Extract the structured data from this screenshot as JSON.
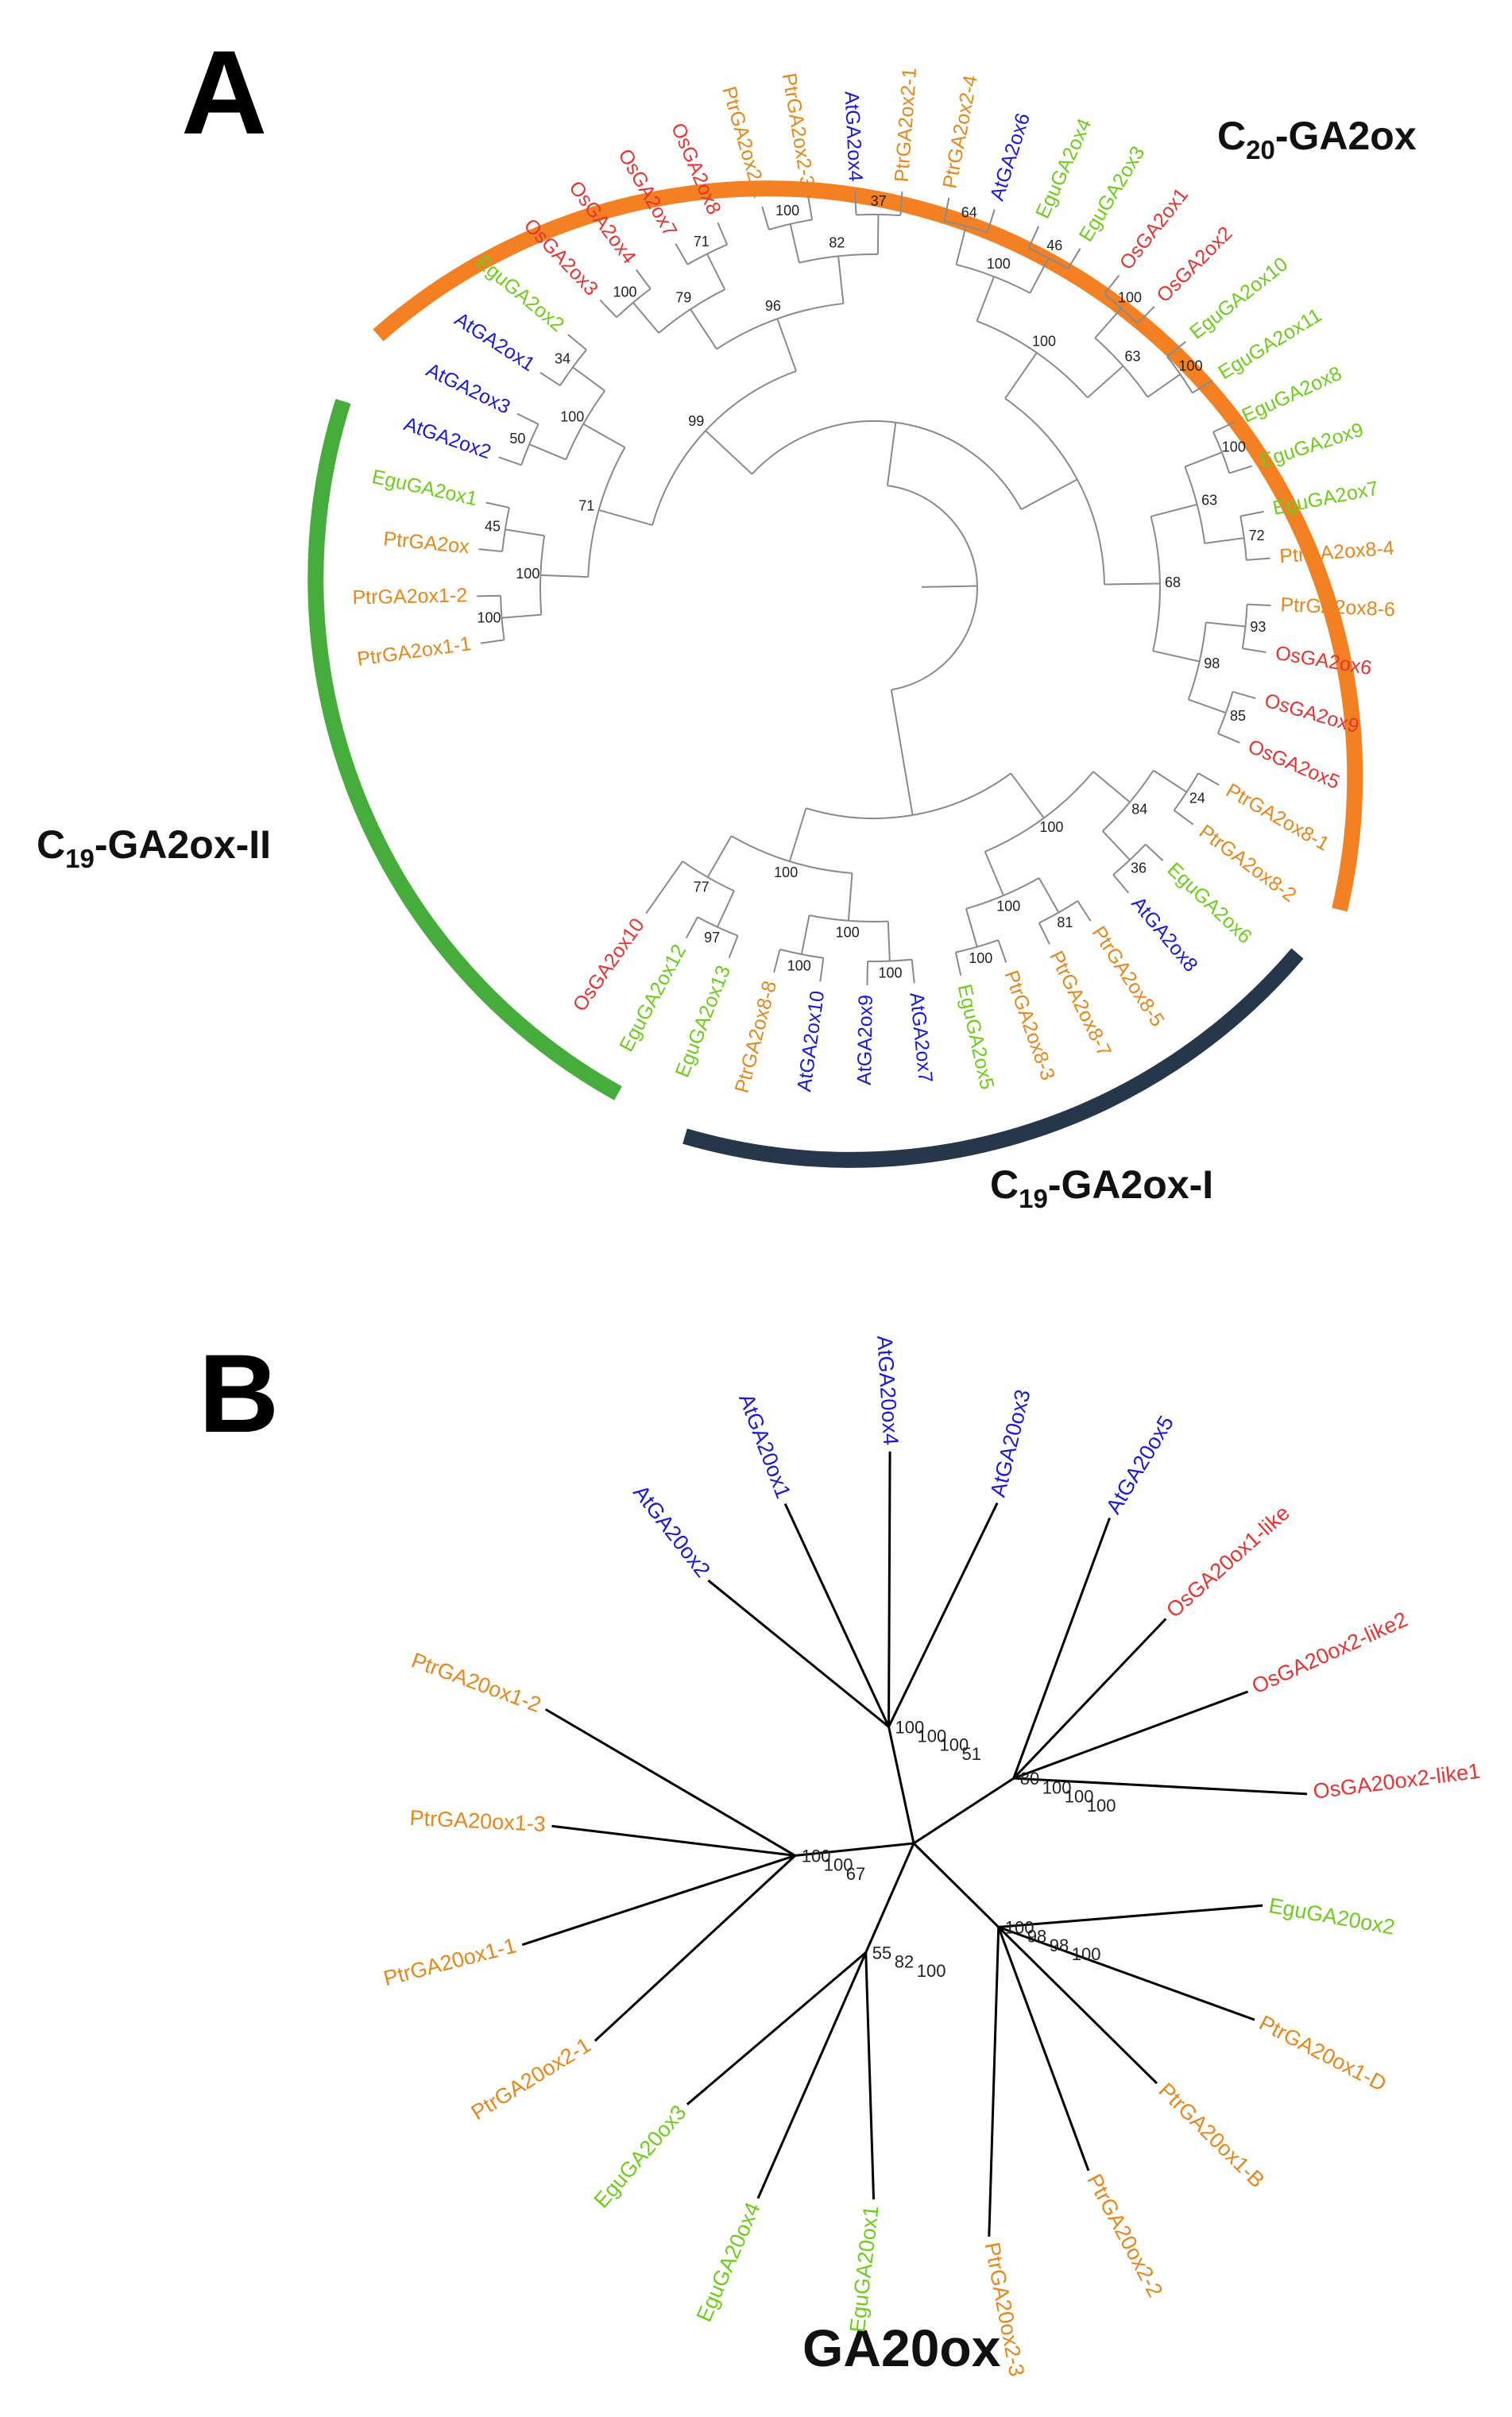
{
  "panel_a": {
    "letter": "A",
    "clades": {
      "c20": "GA2ox",
      "c20_sub": "20",
      "c19_1": "GA2ox-I",
      "c19_1_sub": "19",
      "c19_2": "GA2ox-II",
      "c19_2_sub": "19",
      "prefix": "C"
    },
    "leaves": [
      {
        "label": "PtrGA2ox1-1",
        "species": "Ptr"
      },
      {
        "label": "PtrGA2ox1-2",
        "species": "Ptr"
      },
      {
        "label": "PtrGA2ox",
        "species": "Ptr"
      },
      {
        "label": "EguGA2ox1",
        "species": "Egu"
      },
      {
        "label": "AtGA2ox2",
        "species": "At"
      },
      {
        "label": "AtGA2ox3",
        "species": "At"
      },
      {
        "label": "AtGA2ox1",
        "species": "At"
      },
      {
        "label": "EguGA2ox2",
        "species": "Egu"
      },
      {
        "label": "OsGA2ox3",
        "species": "Os"
      },
      {
        "label": "OsGA2ox4",
        "species": "Os"
      },
      {
        "label": "OsGA2ox7",
        "species": "Os"
      },
      {
        "label": "OsGA2ox8",
        "species": "Os"
      },
      {
        "label": "PtrGA2ox2-2",
        "species": "Ptr"
      },
      {
        "label": "PtrGA2ox2-3",
        "species": "Ptr"
      },
      {
        "label": "AtGA2ox4",
        "species": "At"
      },
      {
        "label": "PtrGA2ox2-1",
        "species": "Ptr"
      },
      {
        "label": "PtrGA2ox2-4",
        "species": "Ptr"
      },
      {
        "label": "AtGA2ox6",
        "species": "At"
      },
      {
        "label": "EguGA2ox4",
        "species": "Egu"
      },
      {
        "label": "EguGA2ox3",
        "species": "Egu"
      },
      {
        "label": "OsGA2ox1",
        "species": "Os"
      },
      {
        "label": "OsGA2ox2",
        "species": "Os"
      },
      {
        "label": "EguGA2ox10",
        "species": "Egu"
      },
      {
        "label": "EguGA2ox11",
        "species": "Egu"
      },
      {
        "label": "EguGA2ox8",
        "species": "Egu"
      },
      {
        "label": "EguGA2ox9",
        "species": "Egu"
      },
      {
        "label": "EguGA2ox7",
        "species": "Egu"
      },
      {
        "label": "PtrGA2ox8-4",
        "species": "Ptr"
      },
      {
        "label": "PtrGA2ox8-6",
        "species": "Ptr"
      },
      {
        "label": "OsGA2ox6",
        "species": "Os"
      },
      {
        "label": "OsGA2ox9",
        "species": "Os"
      },
      {
        "label": "OsGA2ox5",
        "species": "Os"
      },
      {
        "label": "PtrGA2ox8-1",
        "species": "Ptr"
      },
      {
        "label": "PtrGA2ox8-2",
        "species": "Ptr"
      },
      {
        "label": "EguGA2ox6",
        "species": "Egu"
      },
      {
        "label": "AtGA2ox8",
        "species": "At"
      },
      {
        "label": "PtrGA2ox8-5",
        "species": "Ptr"
      },
      {
        "label": "PtrGA2ox8-7",
        "species": "Ptr"
      },
      {
        "label": "PtrGA2ox8-3",
        "species": "Ptr"
      },
      {
        "label": "EguGA2ox5",
        "species": "Egu"
      },
      {
        "label": "AtGA2ox7",
        "species": "At"
      },
      {
        "label": "AtGA2ox9",
        "species": "At"
      },
      {
        "label": "AtGA2ox10",
        "species": "At"
      },
      {
        "label": "PtrGA2ox8-8",
        "species": "Ptr"
      },
      {
        "label": "EguGA2ox13",
        "species": "Egu"
      },
      {
        "label": "EguGA2ox12",
        "species": "Egu"
      },
      {
        "label": "OsGA2ox10",
        "species": "Os"
      }
    ],
    "bootstrap_values": [
      "100",
      "45",
      "50",
      "34",
      "100",
      "71",
      "100",
      "37",
      "64",
      "46",
      "100",
      "100",
      "100",
      "72",
      "93",
      "85",
      "24",
      "36",
      "81",
      "100",
      "100",
      "100",
      "97",
      "100",
      "100",
      "79",
      "82",
      "100",
      "63",
      "63",
      "98",
      "84",
      "100",
      "100",
      "77",
      "71",
      "96",
      "100",
      "68",
      "100",
      "100",
      "99"
    ]
  },
  "panel_b": {
    "letter": "B",
    "title": "GA20ox",
    "leaves": [
      {
        "label": "AtGA20ox2",
        "species": "At"
      },
      {
        "label": "AtGA20ox1",
        "species": "At"
      },
      {
        "label": "AtGA20ox4",
        "species": "At"
      },
      {
        "label": "AtGA20ox3",
        "species": "At"
      },
      {
        "label": "AtGA20ox5",
        "species": "At"
      },
      {
        "label": "OsGA20ox1-like",
        "species": "Os"
      },
      {
        "label": "OsGA20ox2-like2",
        "species": "Os"
      },
      {
        "label": "OsGA20ox2-like1",
        "species": "Os"
      },
      {
        "label": "EguGA20ox2",
        "species": "Egu"
      },
      {
        "label": "PtrGA20ox1-D",
        "species": "Ptr"
      },
      {
        "label": "PtrGA20ox1-B",
        "species": "Ptr"
      },
      {
        "label": "PtrGA20ox2-2",
        "species": "Ptr"
      },
      {
        "label": "PtrGA20ox2-3",
        "species": "Ptr"
      },
      {
        "label": "EguGA20ox1",
        "species": "Egu"
      },
      {
        "label": "EguGA20ox4",
        "species": "Egu"
      },
      {
        "label": "EguGA20ox3",
        "species": "Egu"
      },
      {
        "label": "PtrGA20ox2-1",
        "species": "Ptr"
      },
      {
        "label": "PtrGA20ox1-1",
        "species": "Ptr"
      },
      {
        "label": "PtrGA20ox1-3",
        "species": "Ptr"
      },
      {
        "label": "PtrGA20ox1-2",
        "species": "Ptr"
      }
    ],
    "bootstrap_values": [
      "100",
      "80",
      "100",
      "55",
      "100",
      "100",
      "100",
      "98",
      "82",
      "100",
      "100",
      "100",
      "98",
      "100",
      "67",
      "51",
      "100",
      "100"
    ]
  },
  "colors": {
    "At": "#1a1ad6",
    "Os": "#e8332f",
    "Egu": "#6ecc1c",
    "Ptr": "#e8861a",
    "arc_c20": "#f48024",
    "arc_c19_1": "#26364b",
    "arc_c19_2": "#46ac3c"
  }
}
